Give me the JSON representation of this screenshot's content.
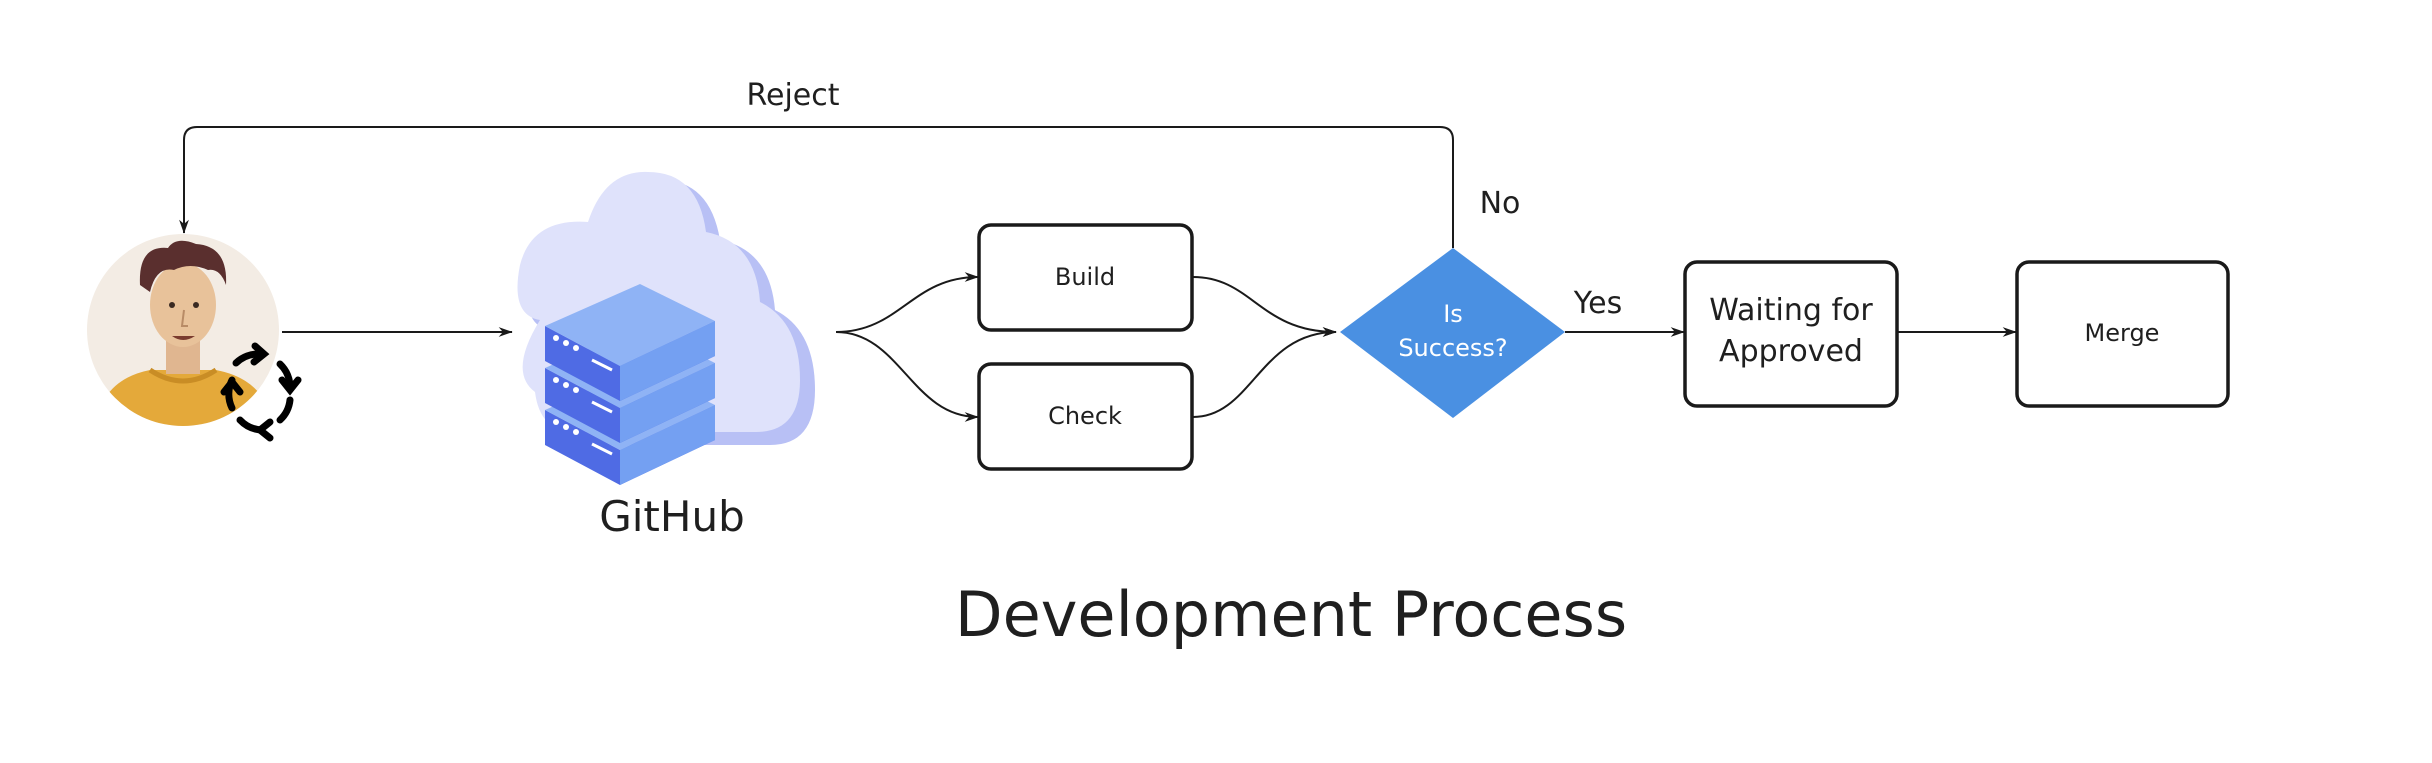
{
  "diagram": {
    "title": "Development Process",
    "nodes": {
      "developer": {
        "icon": "developer-avatar-icon",
        "refresh_icon": "refresh-cycle-icon"
      },
      "github": {
        "label": "GitHub",
        "icon": "cloud-server-icon"
      },
      "build": {
        "label": "Build"
      },
      "check": {
        "label": "Check"
      },
      "decision": {
        "line1": "Is",
        "line2": "Success?"
      },
      "waiting": {
        "line1": "Waiting for",
        "line2": "Approved"
      },
      "merge": {
        "label": "Merge"
      }
    },
    "edges": {
      "reject": "Reject",
      "no": "No",
      "yes": "Yes"
    },
    "colors": {
      "decision_fill": "#4a90e2",
      "server_blue": "#5b7cf0",
      "cloud_lavender": "#c7cdf7",
      "avatar_bg": "#f3ece4",
      "shirt": "#e4a93a"
    }
  }
}
